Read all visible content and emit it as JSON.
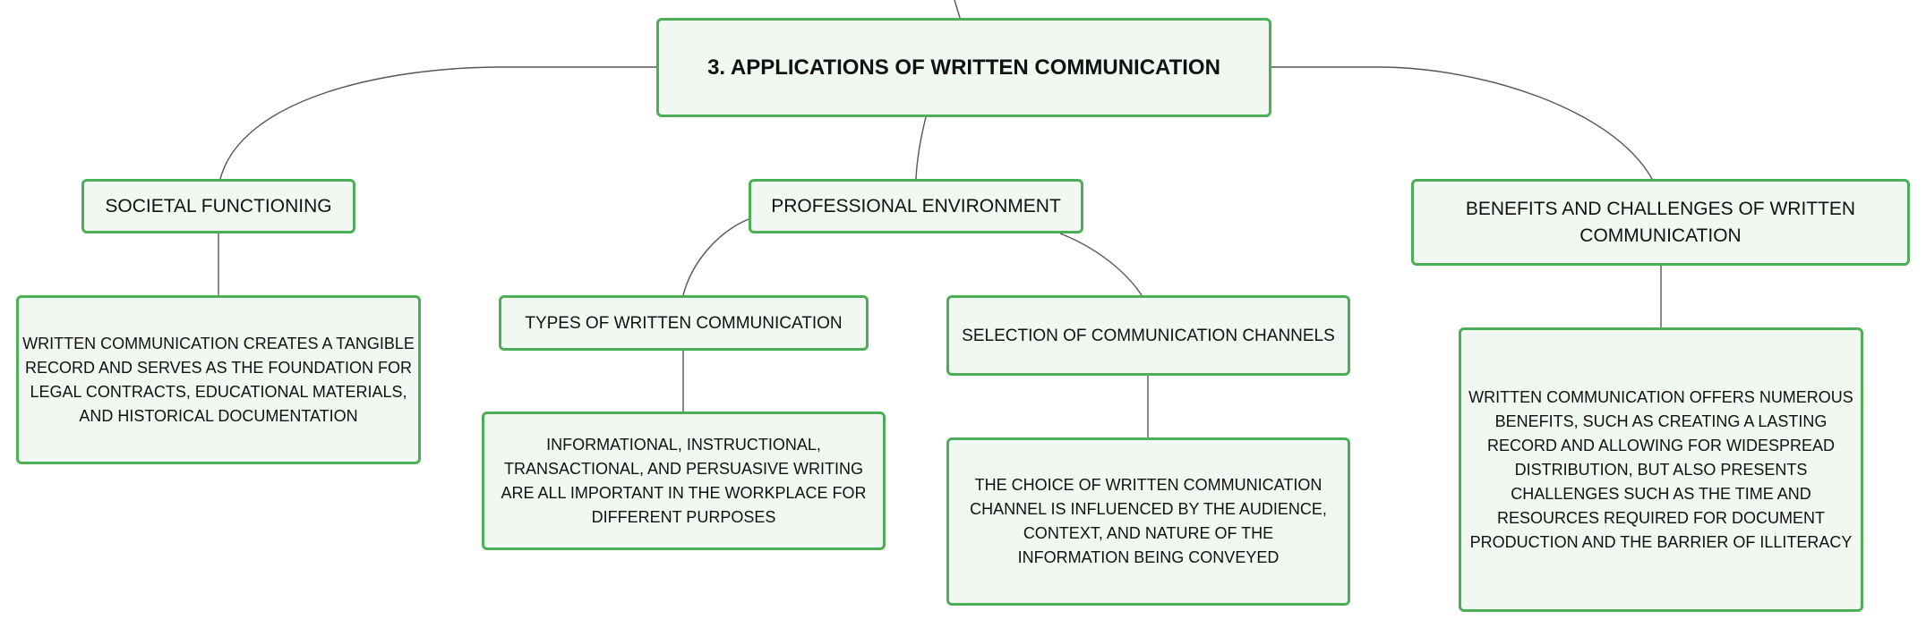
{
  "diagram": {
    "root": {
      "label": "3. APPLICATIONS OF WRITTEN COMMUNICATION"
    },
    "branches": [
      {
        "label": "SOCIETAL FUNCTIONING",
        "detail": "WRITTEN COMMUNICATION CREATES A TANGIBLE RECORD AND SERVES AS THE FOUNDATION FOR LEGAL CONTRACTS, EDUCATIONAL MATERIALS, AND HISTORICAL DOCUMENTATION"
      },
      {
        "label": "PROFESSIONAL ENVIRONMENT",
        "children": [
          {
            "label": "TYPES OF WRITTEN COMMUNICATION",
            "detail": "INFORMATIONAL, INSTRUCTIONAL, TRANSACTIONAL, AND PERSUASIVE WRITING ARE ALL IMPORTANT IN THE WORKPLACE FOR DIFFERENT PURPOSES"
          },
          {
            "label": "SELECTION OF COMMUNICATION CHANNELS",
            "detail": "THE CHOICE OF WRITTEN COMMUNICATION CHANNEL IS INFLUENCED BY THE AUDIENCE, CONTEXT, AND NATURE OF THE INFORMATION BEING CONVEYED"
          }
        ]
      },
      {
        "label": "BENEFITS AND CHALLENGES OF WRITTEN COMMUNICATION",
        "detail": "WRITTEN COMMUNICATION OFFERS NUMEROUS BENEFITS, SUCH AS CREATING A LASTING RECORD AND ALLOWING FOR WIDESPREAD DISTRIBUTION, BUT ALSO PRESENTS CHALLENGES SUCH AS THE TIME AND RESOURCES REQUIRED FOR DOCUMENT PRODUCTION AND THE BARRIER OF ILLITERACY"
      }
    ]
  },
  "colors": {
    "node_border": "#4caf57",
    "node_fill": "#f1f8f2",
    "connector": "#555555",
    "text": "#111111"
  }
}
